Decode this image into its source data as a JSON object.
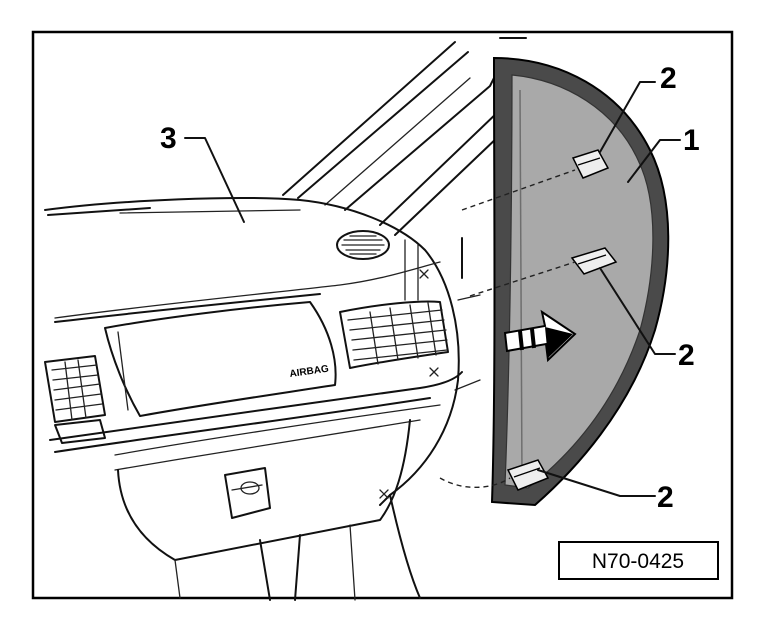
{
  "figure": {
    "id_label": "N70-0425",
    "callouts": {
      "part_1": "1",
      "part_2_top": "2",
      "part_2_middle": "2",
      "part_2_bottom": "2",
      "part_3": "3"
    },
    "dashboard_text": "AIRBAG"
  }
}
